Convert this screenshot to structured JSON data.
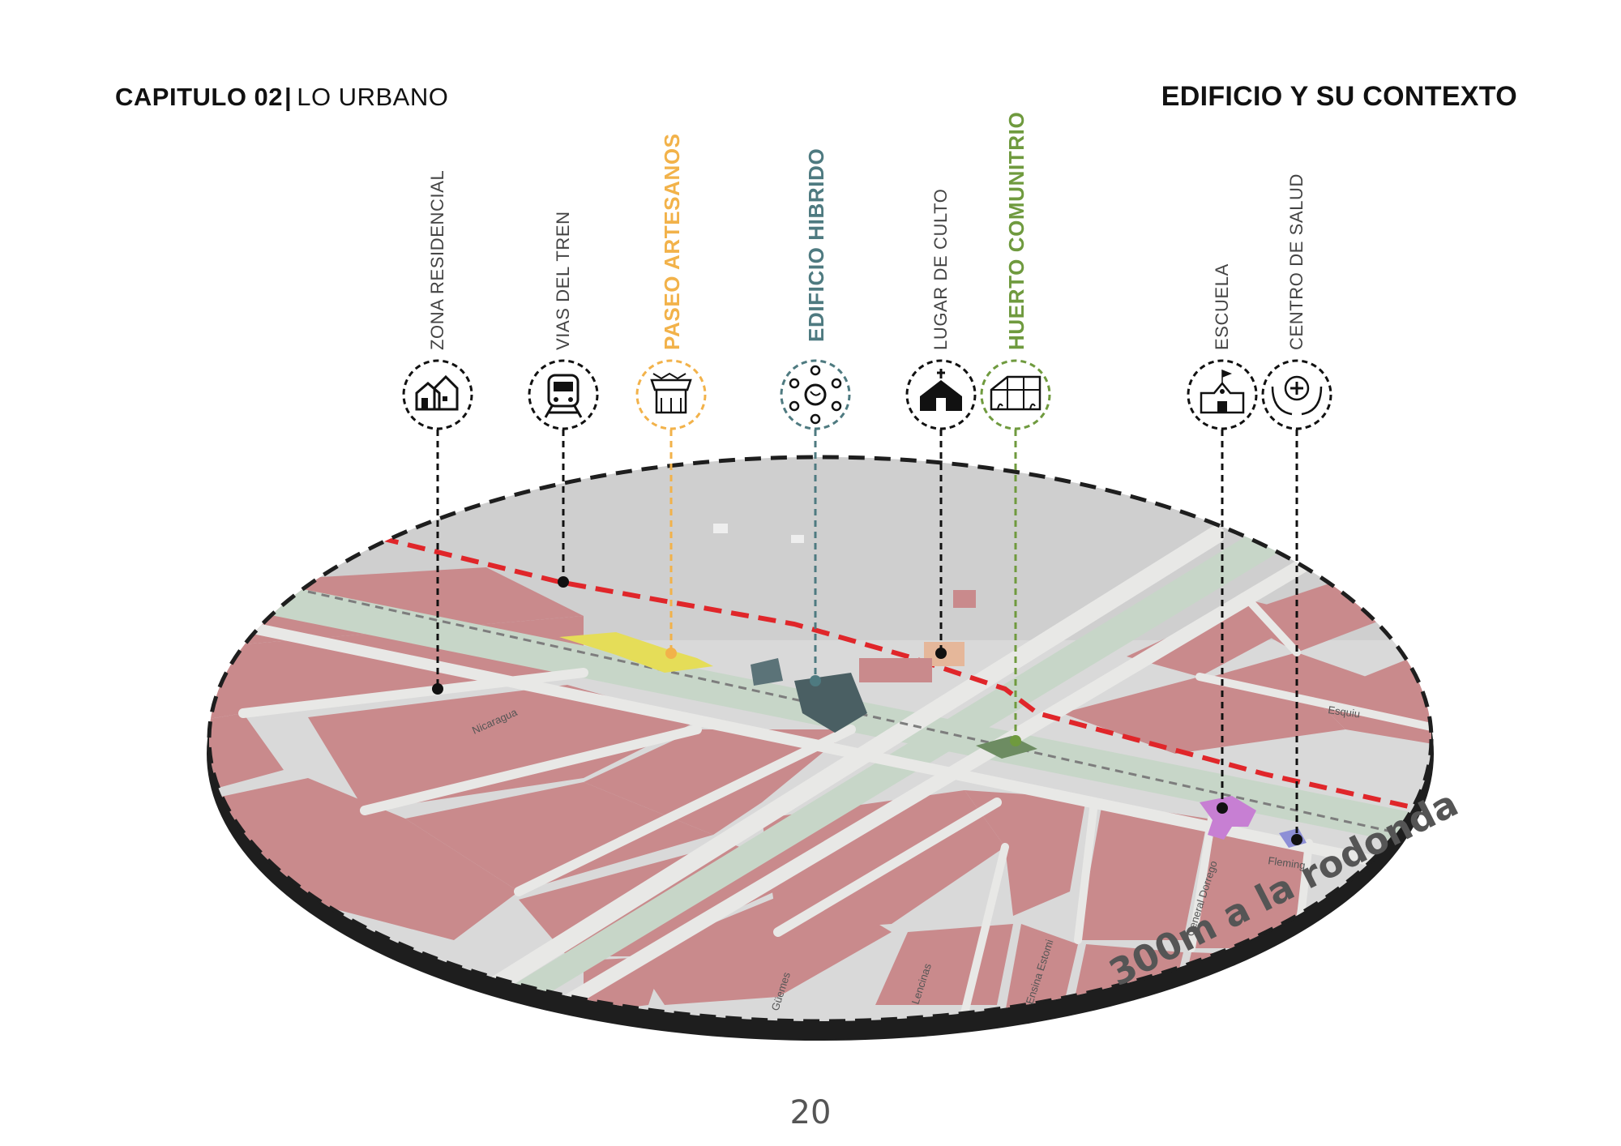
{
  "header": {
    "chapter": "CAPITULO 02",
    "separator": "|",
    "chapter_topic": "LO URBANO",
    "title": "EDIFICIO Y SU CONTEXTO"
  },
  "markers": [
    {
      "label": "ZONA RESIDENCIAL",
      "icon": "houses-icon",
      "color": "#333333",
      "emphasis": false
    },
    {
      "label": "VIAS DEL TREN",
      "icon": "train-icon",
      "color": "#333333",
      "emphasis": false
    },
    {
      "label": "PASEO ARTESANOS",
      "icon": "market-stall-icon",
      "color": "#f2b24a",
      "emphasis": true
    },
    {
      "label": "EDIFICIO HIBRIDO",
      "icon": "network-hub-icon",
      "color": "#4e7a80",
      "emphasis": true
    },
    {
      "label": "LUGAR DE CULTO",
      "icon": "church-icon",
      "color": "#333333",
      "emphasis": false
    },
    {
      "label": "HUERTO COMUNITRIO",
      "icon": "greenhouse-icon",
      "color": "#6f9a3e",
      "emphasis": true
    },
    {
      "label": "ESCUELA",
      "icon": "school-icon",
      "color": "#333333",
      "emphasis": false
    },
    {
      "label": "CENTRO DE SALUD",
      "icon": "health-hands-icon",
      "color": "#333333",
      "emphasis": false
    }
  ],
  "map": {
    "radius_caption": "300m a la rodonda",
    "street_names": [
      "Nicaragua",
      "Esquiu",
      "Fleming",
      "General Dorrego",
      "Lencinas",
      "Güemes",
      "Ensina Estomi"
    ],
    "colors": {
      "blocks": "#c98a8c",
      "roads": "#e8e8e6",
      "rail_corridor": "#c7d6c8",
      "rail_line": "#e0262a",
      "rim": "#1e1e1e",
      "vacant": "#cfcfcf"
    }
  },
  "page_number": "20"
}
